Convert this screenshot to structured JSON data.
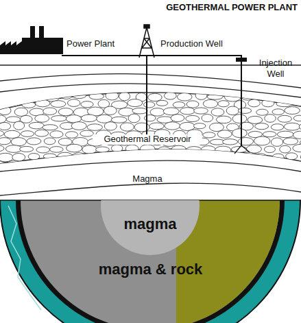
{
  "diagram": {
    "title": "GEOTHERMAL POWER PLANT",
    "nodes": [
      {
        "text": [
          "Geothermal Reservoir"
        ]
      },
      {
        "text": [
          "Magma"
        ]
      },
      {
        "text": [
          "magma & rock"
        ]
      },
      {
        "text": [
          "magma"
        ],
        "in": 2
      }
    ],
    "labels": [
      "Power Plant",
      "Production Well",
      "Injection Well"
    ]
  }
}
